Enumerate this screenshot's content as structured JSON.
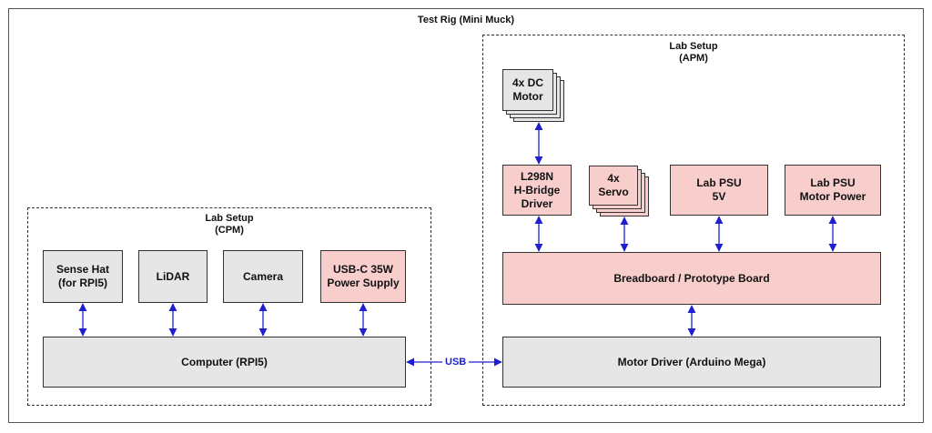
{
  "title": "Test Rig (Mini Muck)",
  "cpm": {
    "title": "Lab Setup\n(CPM)",
    "sense_hat": "Sense Hat\n(for RPI5)",
    "lidar": "LiDAR",
    "camera": "Camera",
    "power_supply": "USB-C 35W\nPower Supply",
    "computer": "Computer (RPI5)"
  },
  "apm": {
    "title": "Lab Setup\n(APM)",
    "dc_motor": "4x DC\nMotor",
    "h_bridge": "L298N\nH-Bridge\nDriver",
    "servo": "4x\nServo",
    "psu_5v": "Lab PSU\n5V",
    "psu_motor": "Lab PSU\nMotor Power",
    "breadboard": "Breadboard / Prototype Board",
    "motor_driver": "Motor Driver (Arduino Mega)"
  },
  "link_label": "USB",
  "colors": {
    "arrow": "#1f1fd1",
    "grey_fill": "#e6e6e6",
    "pink_fill": "#f8cecc"
  }
}
